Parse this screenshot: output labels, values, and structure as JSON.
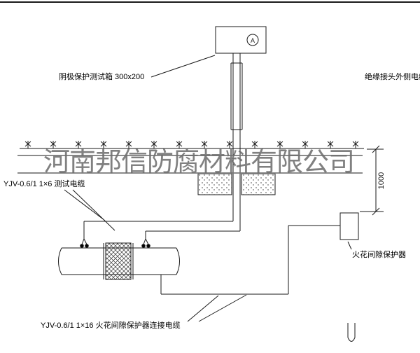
{
  "watermark": {
    "text": "河南邦信防腐材料有限公司"
  },
  "labels": {
    "test_box": "阴极保护测试箱 300x200",
    "outer_cable": "绝缘接头外侧电缆",
    "test_cable": "YJV-0.6/1  1×6  测试电缆",
    "spark_gap_protector": "火花间隙保护器",
    "connection_cable": "YJV-0.6/1  1×16  火花间隙保护器连接电缆",
    "dimension_1000": "1000",
    "meter_symbol": "A"
  },
  "colors": {
    "line": "#1a1a1a",
    "watermark": "#6f6f6f",
    "background": "#ffffff"
  }
}
